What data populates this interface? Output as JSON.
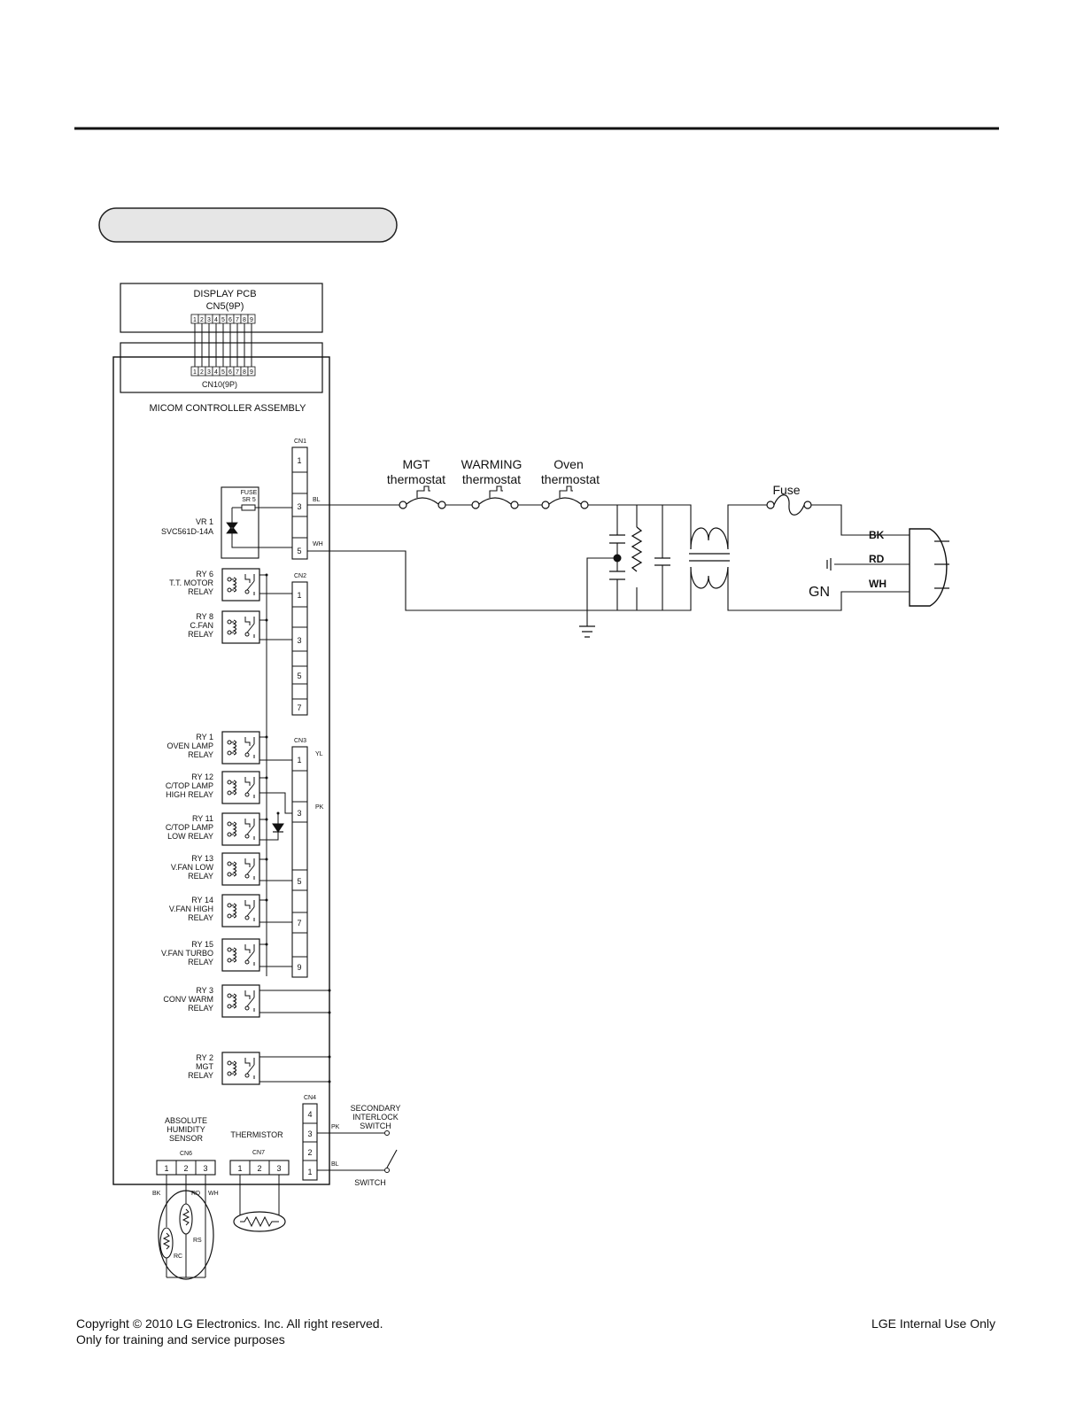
{
  "section_label": "",
  "display_pcb": {
    "title": "DISPLAY PCB",
    "connector": "CN5(9P)"
  },
  "cn10_label": "CN10(9P)",
  "pins9": [
    "1",
    "2",
    "3",
    "4",
    "5",
    "6",
    "7",
    "8",
    "9"
  ],
  "controller_title": "MICOM CONTROLLER ASSEMBLY",
  "fuse_block": {
    "line1": "FUSE",
    "line2": "SR 5"
  },
  "vr1": {
    "line1": "VR 1",
    "line2": "SVC561D-14A"
  },
  "cn1": {
    "label": "CN1",
    "pins": [
      "1",
      "3",
      "5"
    ]
  },
  "cn2": {
    "label": "CN2",
    "pins": [
      "1",
      "3",
      "5",
      "7"
    ]
  },
  "cn3": {
    "label": "CN3",
    "pins": [
      "1",
      "3",
      "5",
      "7",
      "9"
    ]
  },
  "cn4": {
    "label": "CN4",
    "pins": [
      "4",
      "3",
      "2",
      "1"
    ]
  },
  "cn6": {
    "label": "CN6",
    "pins": [
      "1",
      "2",
      "3"
    ]
  },
  "cn7": {
    "label": "CN7",
    "pins": [
      "1",
      "2",
      "3"
    ]
  },
  "relays": [
    {
      "lines": [
        "RY 6",
        "T.T. MOTOR",
        "RELAY"
      ]
    },
    {
      "lines": [
        "RY 8",
        "C.FAN",
        "RELAY"
      ]
    },
    {
      "lines": [
        "RY 1",
        "OVEN LAMP",
        "RELAY"
      ]
    },
    {
      "lines": [
        "RY 12",
        "C/TOP LAMP",
        "HIGH RELAY"
      ]
    },
    {
      "lines": [
        "RY 11",
        "C/TOP LAMP",
        "LOW RELAY"
      ]
    },
    {
      "lines": [
        "RY 13",
        "V.FAN LOW",
        "RELAY"
      ]
    },
    {
      "lines": [
        "RY 14",
        "V.FAN HIGH",
        "RELAY"
      ]
    },
    {
      "lines": [
        "RY 15",
        "V.FAN TURBO",
        "RELAY"
      ]
    },
    {
      "lines": [
        "RY 3",
        "CONV WARM",
        "RELAY"
      ]
    },
    {
      "lines": [
        "RY 2",
        "MGT",
        "RELAY"
      ]
    }
  ],
  "wire_colors": {
    "cn1_3": "BL",
    "cn1_5": "WH",
    "cn3_1": "YL",
    "cn3_3": "PK",
    "cn4_3": "PK",
    "cn4_1": "BL"
  },
  "thermostats": [
    {
      "line1": "MGT",
      "line2": "thermostat"
    },
    {
      "line1": "WARMING",
      "line2": "thermostat"
    },
    {
      "line1": "Oven",
      "line2": "thermostat"
    }
  ],
  "fuse_label": "Fuse",
  "plug": {
    "bk": "BK",
    "rd": "RD",
    "wh": "WH",
    "gn": "GN"
  },
  "secondary_switch": [
    "SECONDARY",
    "INTERLOCK",
    "SWITCH"
  ],
  "switch_label": "SWITCH",
  "humidity_sensor": {
    "lines": [
      "ABSOLUTE",
      "HUMIDITY",
      "SENSOR"
    ],
    "wires": [
      "BK",
      "RD",
      "WH"
    ],
    "rc": "RC",
    "rs": "RS"
  },
  "thermistor_label": "THERMISTOR",
  "footer": {
    "copyright": "Copyright © 2010 LG Electronics. Inc. All right reserved.",
    "purpose": "Only for training and service purposes",
    "internal": "LGE Internal Use Only"
  }
}
